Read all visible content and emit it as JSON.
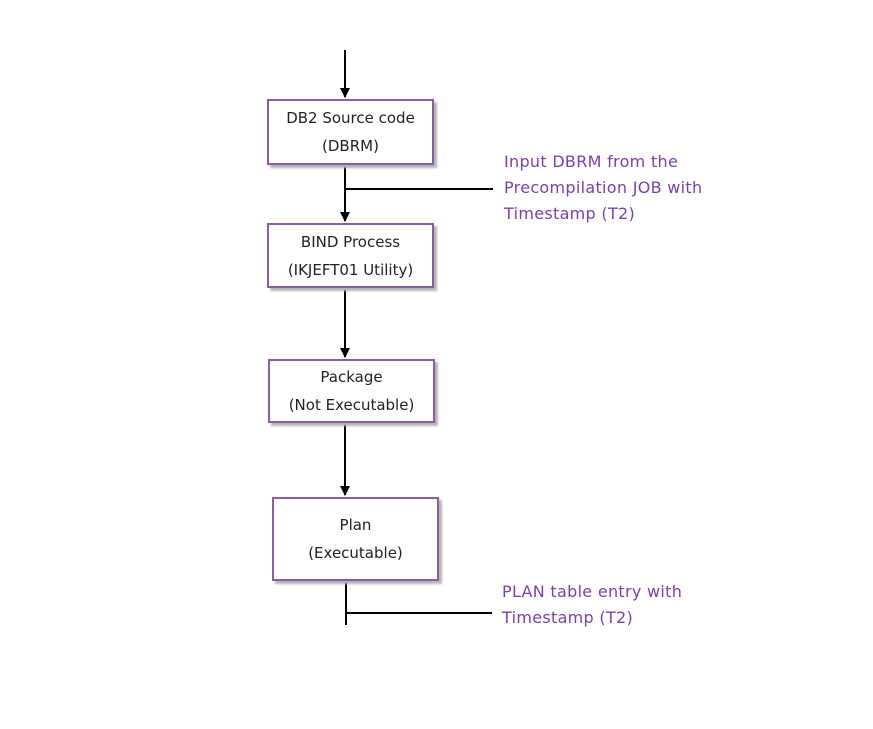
{
  "colors": {
    "box_border": "#8a5ca8",
    "connector": "#000000",
    "annotation_text": "#7a3fb2"
  },
  "boxes": [
    {
      "line1": "DB2 Source code",
      "line2": "(DBRM)"
    },
    {
      "line1": "BIND Process",
      "line2": "(IKJEFT01 Utility)"
    },
    {
      "line1": "Package",
      "line2": "(Not Executable)"
    },
    {
      "line1": "Plan",
      "line2": "(Executable)"
    }
  ],
  "annotations": [
    {
      "lines": [
        "Input DBRM from the",
        "Precompilation JOB with",
        "Timestamp (T2)"
      ]
    },
    {
      "lines": [
        "PLAN table entry with",
        "Timestamp (T2)"
      ]
    }
  ]
}
